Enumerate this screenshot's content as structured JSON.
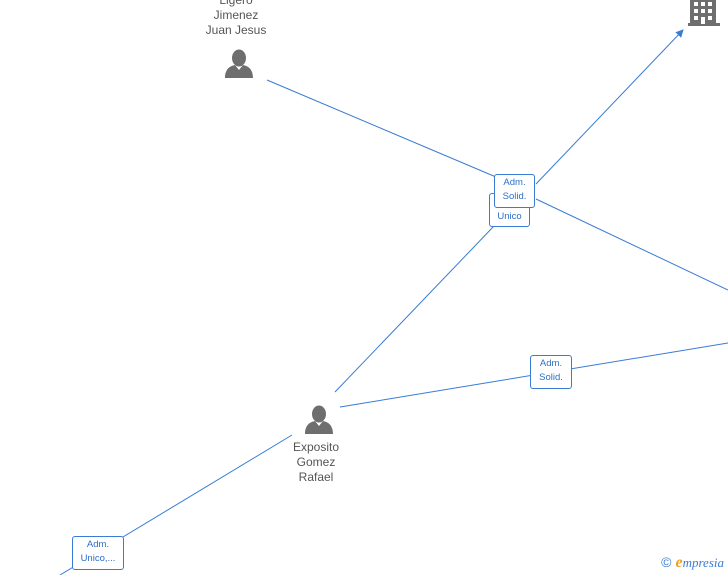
{
  "nodes": {
    "ligero": {
      "lines": [
        "Ligero",
        "Jimenez",
        "Juan Jesus"
      ]
    },
    "exposito": {
      "lines": [
        "Exposito",
        "Gomez",
        "Rafael"
      ]
    }
  },
  "roles": {
    "adm_solid_top": [
      "Adm.",
      "Solid."
    ],
    "unico": [
      "Unico"
    ],
    "adm_solid_mid": [
      "Adm.",
      "Solid."
    ],
    "adm_unico_bottom": [
      "Adm.",
      "Unico,..."
    ]
  },
  "brand": {
    "copyright": "©",
    "e": "e",
    "rest": "mpresia"
  },
  "colors": {
    "edge": "#3a7bd5",
    "icon": "#6e6e6e",
    "label": "#555555"
  }
}
